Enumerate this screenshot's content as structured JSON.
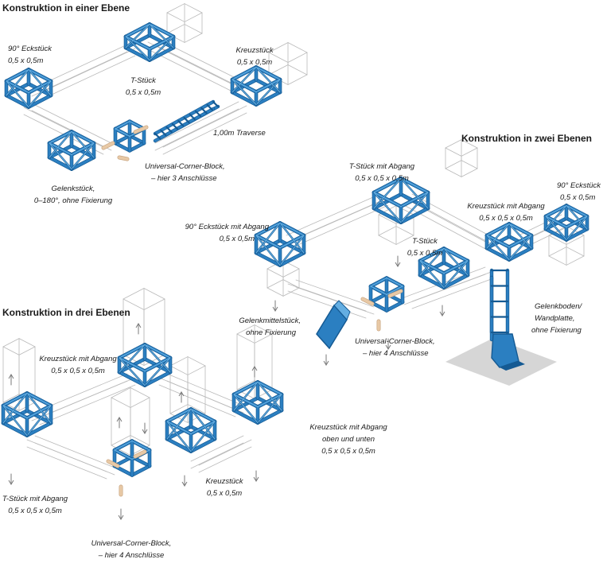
{
  "headings": {
    "one_level": "Konstruktion in einer Ebene",
    "two_levels": "Konstruktion in zwei Ebenen",
    "three_levels": "Konstruktion in drei Ebenen"
  },
  "labels": {
    "corner_90": [
      "90° Eckstück",
      "0,5 x 0,5m"
    ],
    "t_piece": [
      "T-Stück",
      "0,5 x 0,5m"
    ],
    "cross_piece": [
      "Kreuzstück",
      "0,5 x 0,5m"
    ],
    "traverse": "1,00m Traverse",
    "ucb_3": [
      "Universal-Corner-Block,",
      "– hier 3 Anschlüsse"
    ],
    "hinge": [
      "Gelenkstück,",
      "0–180°, ohne Fixierung"
    ],
    "t_branch_2": [
      "T-Stück mit Abgang",
      "0,5 x 0,5 x 0,5m"
    ],
    "cross_branch_2": [
      "Kreuzstück mit Abgang",
      "0,5 x 0,5 x 0,5m"
    ],
    "corner_90_2": [
      "90° Eckstück",
      "0,5 x 0,5m"
    ],
    "corner_branch_2": [
      "90° Eckstück mit Abgang",
      "0,5 x 0,5m"
    ],
    "t_piece_2": [
      "T-Stück",
      "0,5 x 0,5m"
    ],
    "hinge_mid": [
      "Gelenkmittelstück,",
      "ohne Fixierung"
    ],
    "ucb_4_2": [
      "Universal-Corner-Block,",
      "– hier 4 Anschlüsse"
    ],
    "hinge_base": [
      "Gelenkboden/",
      "Wandplatte,",
      "ohne Fixierung"
    ],
    "cross_branch_3": [
      "Kreuzstück mit Abgang",
      "0,5 x 0,5 x 0,5m"
    ],
    "cross_ud_3": [
      "Kreuzstück mit Abgang",
      "oben und unten",
      "0,5 x 0,5 x 0,5m"
    ],
    "cross_piece_3": [
      "Kreuzstück",
      "0,5 x 0,5m"
    ],
    "t_branch_3": [
      "T-Stück mit Abgang",
      "0,5 x 0,5 x 0,5m"
    ],
    "ucb_4_3": [
      "Universal-Corner-Block,",
      "– hier 4 Anschlüsse"
    ]
  },
  "colors": {
    "truss": "#2b7fc1",
    "truss_dark": "#155a93",
    "truss_light": "#64aee2",
    "outline": "#b9b9b9",
    "connector": "#e8c9a6",
    "shadow": "#d6d6d6",
    "text": "#1a1a1a"
  }
}
